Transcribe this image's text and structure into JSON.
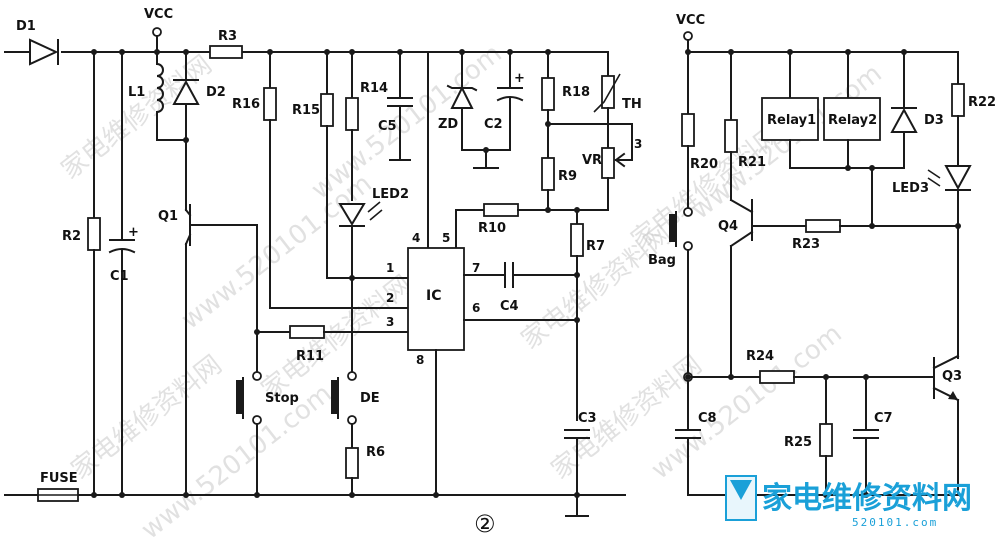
{
  "labels": {
    "d1": "D1",
    "vcc_left": "VCC",
    "r3": "R3",
    "l1": "L1",
    "d2": "D2",
    "r16": "R16",
    "r15": "R15",
    "r14": "R14",
    "c5": "C5",
    "zd": "ZD",
    "c2": "C2",
    "r18": "R18",
    "th": "TH",
    "r9": "R9",
    "vr": "VR",
    "vr_pin": "3",
    "led2": "LED2",
    "r10": "R10",
    "r7": "R7",
    "q1": "Q1",
    "r2": "R2",
    "c1": "C1",
    "ic": "IC",
    "c4": "C4",
    "r11": "R11",
    "stop": "Stop",
    "de": "DE",
    "r6": "R6",
    "c3": "C3",
    "fuse": "FUSE",
    "fig_no": "②",
    "vcc_right": "VCC",
    "r20": "R20",
    "r21": "R21",
    "relay1": "Relay1",
    "relay2": "Relay2",
    "d3": "D3",
    "r22": "R22",
    "led3": "LED3",
    "q4": "Q4",
    "r23": "R23",
    "bag": "Bag",
    "r24": "R24",
    "q3": "Q3",
    "c8": "C8",
    "r25": "R25",
    "c7": "C7"
  },
  "ic_pins": {
    "p1": "1",
    "p2": "2",
    "p3": "3",
    "p4": "4",
    "p5": "5",
    "p6": "6",
    "p7": "7",
    "p8": "8"
  },
  "watermark": {
    "text": "家电维修资料网",
    "url": "www.520101.com",
    "brand": "家电维修资料网",
    "brand_url": "520101.com"
  },
  "colors": {
    "ink": "#1a1a1a",
    "paper": "#ffffff",
    "brand": "#1aa0d8",
    "watermark": "#c9c9c9"
  }
}
